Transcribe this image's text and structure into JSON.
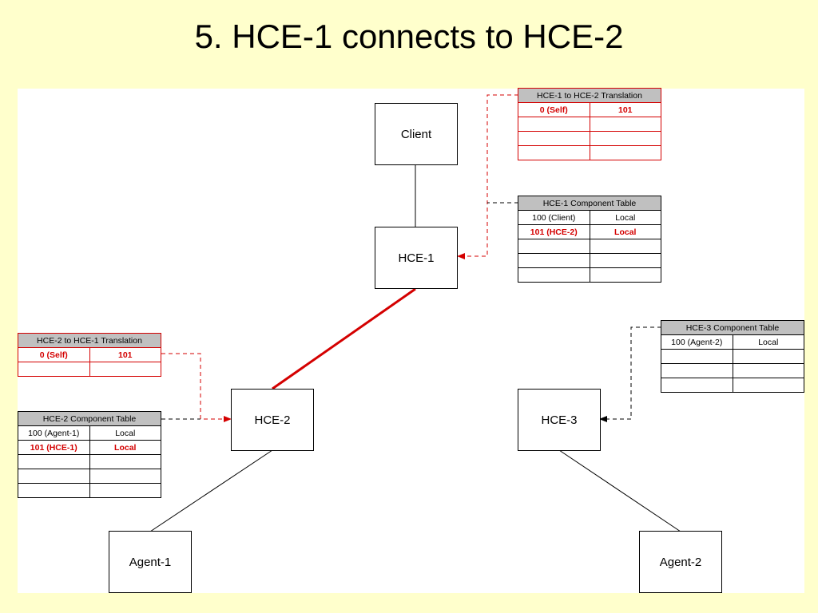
{
  "title": "5. HCE-1 connects to HCE-2",
  "colors": {
    "background": "#ffffcc",
    "highlight": "#d40000",
    "header": "#c0c0c0"
  },
  "nodes": {
    "client": "Client",
    "hce1": "HCE-1",
    "hce2": "HCE-2",
    "hce3": "HCE-3",
    "agent1": "Agent-1",
    "agent2": "Agent-2"
  },
  "tables": {
    "hce1_translation": {
      "title": "HCE-1 to HCE-2 Translation",
      "rows": [
        [
          "0 (Self)",
          "101"
        ],
        [
          "",
          ""
        ],
        [
          "",
          ""
        ],
        [
          "",
          ""
        ]
      ],
      "highlight_rows": [
        0
      ]
    },
    "hce1_component": {
      "title": "HCE-1 Component Table",
      "rows": [
        [
          "100 (Client)",
          "Local"
        ],
        [
          "101 (HCE-2)",
          "Local"
        ],
        [
          "",
          ""
        ],
        [
          "",
          ""
        ],
        [
          "",
          ""
        ]
      ],
      "highlight_rows": [
        1
      ]
    },
    "hce2_translation": {
      "title": "HCE-2 to HCE-1 Translation",
      "rows": [
        [
          "0 (Self)",
          "101"
        ],
        [
          "",
          ""
        ]
      ],
      "highlight_rows": [
        0
      ]
    },
    "hce2_component": {
      "title": "HCE-2 Component Table",
      "rows": [
        [
          "100 (Agent-1)",
          "Local"
        ],
        [
          "101 (HCE-1)",
          "Local"
        ],
        [
          "",
          ""
        ],
        [
          "",
          ""
        ],
        [
          "",
          ""
        ]
      ],
      "highlight_rows": [
        1
      ]
    },
    "hce3_component": {
      "title": "HCE-3 Component Table",
      "rows": [
        [
          "100 (Agent-2)",
          "Local"
        ],
        [
          "",
          ""
        ],
        [
          "",
          ""
        ],
        [
          "",
          ""
        ]
      ],
      "highlight_rows": []
    }
  }
}
